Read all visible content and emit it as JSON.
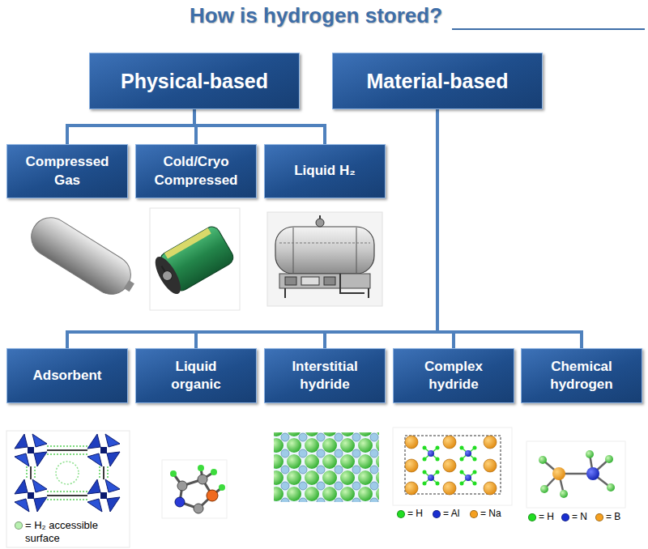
{
  "diagram": {
    "title": "How is hydrogen stored?",
    "nodes": [
      {
        "text": [
          "Physical-based"
        ]
      },
      {
        "text": [
          "Material-based"
        ]
      },
      {
        "text": [
          "Compressed Gas"
        ]
      },
      {
        "text": [
          "Cold/Cryo Compressed"
        ]
      },
      {
        "text": [
          "Liquid H₂"
        ]
      },
      {
        "text": [
          "Adsorbent"
        ]
      },
      {
        "text": [
          "Liquid organic"
        ]
      },
      {
        "text": [
          "Interstitial hydride"
        ]
      },
      {
        "text": [
          "Complex hydride"
        ]
      },
      {
        "text": [
          "Chemical hydrogen"
        ]
      }
    ],
    "edges": [
      {
        "from": 0,
        "to": 2,
        "arrow": "none"
      },
      {
        "from": 0,
        "to": 3,
        "arrow": "none"
      },
      {
        "from": 0,
        "to": 4,
        "arrow": "none"
      },
      {
        "from": 1,
        "to": 5,
        "arrow": "none"
      },
      {
        "from": 1,
        "to": 6,
        "arrow": "none"
      },
      {
        "from": 1,
        "to": 7,
        "arrow": "none"
      },
      {
        "from": 1,
        "to": 8,
        "arrow": "none"
      },
      {
        "from": 1,
        "to": 9,
        "arrow": "none"
      }
    ],
    "legend": [
      {
        "text": "= H₂ accessible surface",
        "color": "#b8f0b0"
      },
      {
        "text": "= H",
        "color": "#22dd22"
      },
      {
        "text": "= Al",
        "color": "#1a2fd0"
      },
      {
        "text": "= Na",
        "color": "#f5a020"
      },
      {
        "text": "= H",
        "color": "#22dd22"
      },
      {
        "text": "= N",
        "color": "#1a2fd0"
      },
      {
        "text": "= B",
        "color": "#f5a020"
      }
    ]
  }
}
